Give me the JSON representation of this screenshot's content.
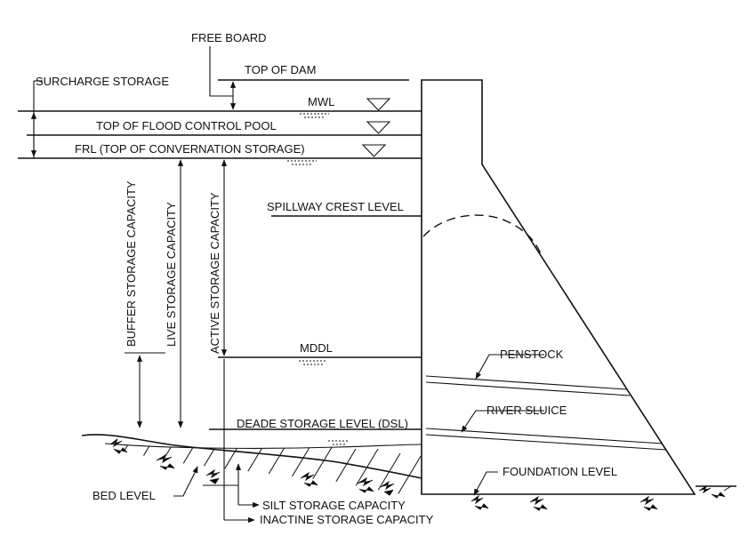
{
  "labels": {
    "free_board": "FREE BOARD",
    "top_of_dam": "TOP OF DAM",
    "surcharge_storage": "SURCHARGE STORAGE",
    "mwl": "MWL",
    "top_flood_control_pool": "TOP OF FLOOD CONTROL POOL",
    "frl": "FRL (TOP OF CONVERNATION STORAGE)",
    "spillway_crest_level": "SPILLWAY CREST LEVEL",
    "buffer_storage_capacity": "BUFFER STORAGE CAPACITY",
    "live_storage_capacity": "LIVE STORAGE CAPACITY",
    "active_storage_capacity": "ACTIVE STORAGE CAPACITY",
    "mddl": "MDDL",
    "penstock": "PENSTOCK",
    "river_sluice": "RIVER SLUICE",
    "dead_storage_level": "DEADE STORAGE LEVEL (DSL)",
    "foundation_level": "FOUNDATION LEVEL",
    "bed_level": "BED LEVEL",
    "silt_storage_capacity": "SILT STORAGE CAPACITY",
    "inactive_storage_capacity": "INACTINE STORAGE CAPACITY"
  }
}
